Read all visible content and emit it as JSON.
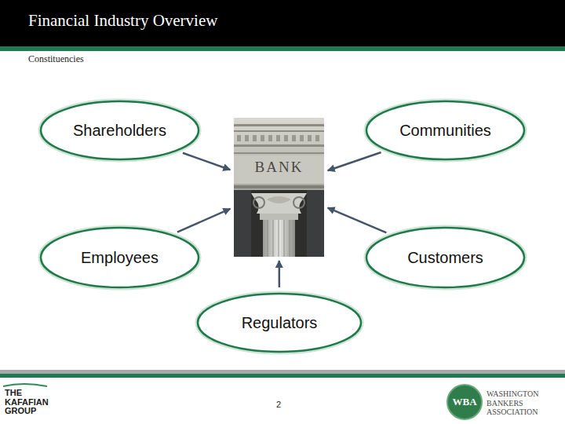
{
  "diagram": {
    "title": "Financial Industry Overview",
    "nodes": [
      {
        "text": [
          "Shareholders"
        ]
      },
      {
        "text": [
          "Communities"
        ]
      },
      {
        "text": [
          "BANK"
        ]
      },
      {
        "text": [
          "Employees"
        ]
      },
      {
        "text": [
          "Customers"
        ]
      },
      {
        "text": [
          "Regulators"
        ]
      }
    ],
    "edges": [
      {
        "from": 0,
        "to": 2,
        "arrow": "to"
      },
      {
        "from": 1,
        "to": 2,
        "arrow": "to"
      },
      {
        "from": 3,
        "to": 2,
        "arrow": "to"
      },
      {
        "from": 4,
        "to": 2,
        "arrow": "to"
      },
      {
        "from": 5,
        "to": 2,
        "arrow": "to"
      }
    ],
    "labels": [
      "Constituencies",
      "2",
      "THE KAFAFIAN GROUP",
      "WBA",
      "WASHINGTON BANKERS ASSOCIATION"
    ]
  }
}
